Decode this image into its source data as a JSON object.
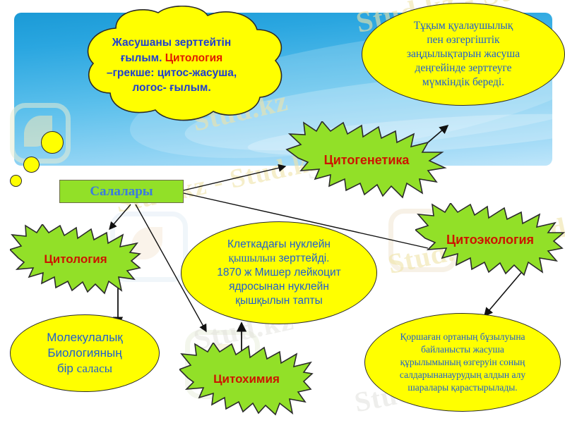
{
  "meta": {
    "title": "Цитология — салалары сызбасы",
    "colors": {
      "yellow": "#ffff00",
      "green": "#92e028",
      "red_text": "#cc1500",
      "blue_text": "#1f5fd0",
      "panel_blue_top": "#1b9ad6",
      "panel_blue_bottom": "#bfe6fa",
      "outline": "#2b2b2b"
    }
  },
  "watermarks": {
    "brand": "Stud.kz",
    "brand_long": "Stud.kz - Stud.kz",
    "items": [
      "Stud.kz - Stud.kz",
      "Stud.kz",
      "Stud.kz - Stud.kz",
      "Stud.kz - Stud",
      "Stud.kz",
      "Stud.kz",
      "Stud"
    ]
  },
  "cloud": {
    "line1": "Жасушаны  зерттейтін",
    "line2a": "ғылым. ",
    "line2b": "Цитология",
    "line3": "–грекше: цитос-жасуша,",
    "line4": "логос- ғылым."
  },
  "bubbles": {
    "heredity": {
      "name": "Тұқым қуалаушылық ellipse",
      "line1": "Тұқым қуалаушылық",
      "line2": "пен өзгергіштік",
      "line3": "заңдылықтарын жасуша",
      "line4": "деңгейінде  зерттеуге",
      "line5": "мүмкіндік береді."
    },
    "nucleic": {
      "name": "Клеткадағы нуклеин ellipse",
      "line1": "Клеткадағы нуклейн",
      "line2a": "қышылын",
      "line2b": "  зерттейді.",
      "line3": "1870 ж Мишер лейкоцит",
      "line4": "ядросынан нуклейн",
      "line5": "қышқылын тапты"
    },
    "molecular": {
      "name": "Молекулалық биология ellipse",
      "line1": "Молекулалық",
      "line2": "Биологияның",
      "line3a": "бір ",
      "line3b": "саласы"
    },
    "ecology": {
      "name": "Қоршаған орта ellipse",
      "line1": "Қоршаған ортаның бұзылуына",
      "line2": "байланысты жасуша",
      "line3": "құрылымының өзгеруін соның",
      "line4": "салдарынанаурудың  алдын алу",
      "line5": "шаралары қарастырылады."
    }
  },
  "box": {
    "salalary": "Салалары"
  },
  "stars": [
    {
      "id": "cytogenetics",
      "label": "Цитогенетика",
      "font_size": 18
    },
    {
      "id": "cytoecology",
      "label": "Цитоэкология",
      "font_size": 18
    },
    {
      "id": "cytology",
      "label": "Цитология",
      "font_size": 17
    },
    {
      "id": "cytochemistry",
      "label": "Цитохимия",
      "font_size": 17
    }
  ]
}
